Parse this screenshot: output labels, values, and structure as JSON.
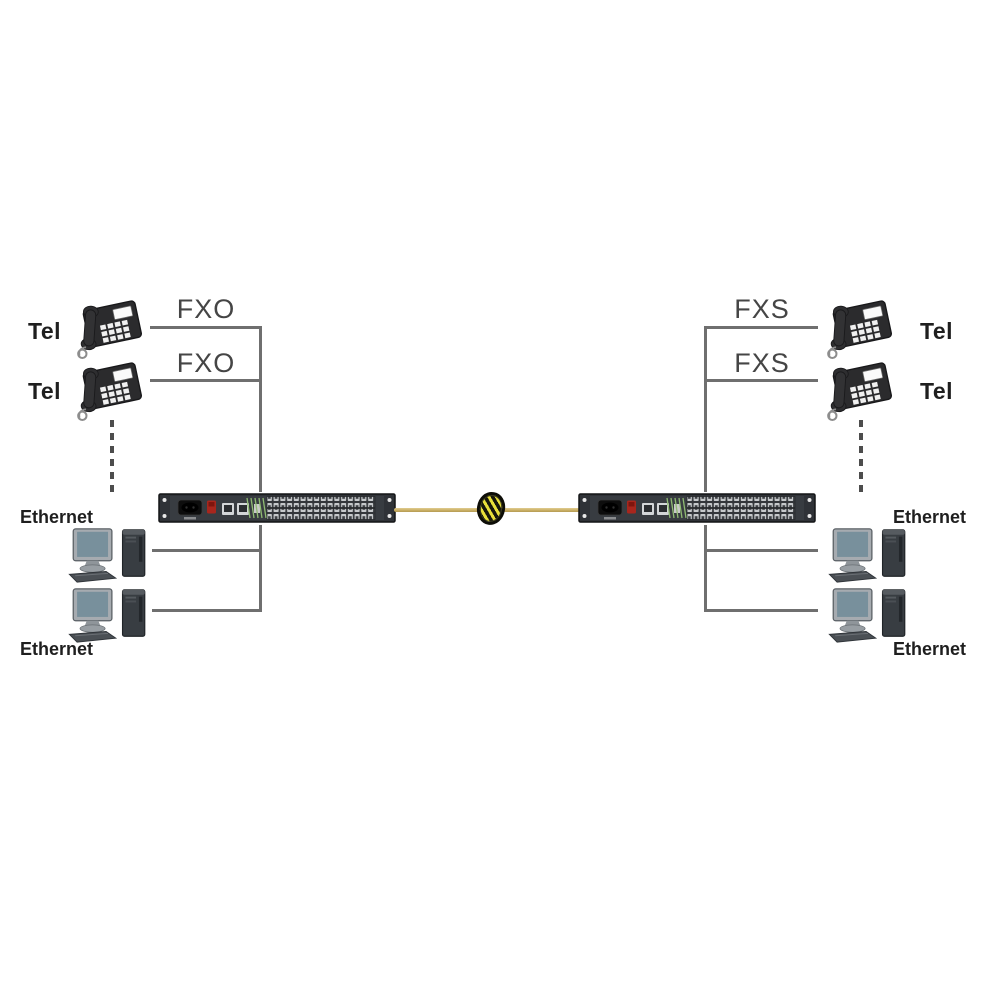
{
  "title": "FXO/FXS telephone and Ethernet over fiber optic multiplexer link diagram",
  "left": {
    "tel_top": "Tel",
    "tel_bottom": "Tel",
    "line_top": "FXO",
    "line_bottom": "FXO",
    "eth_top": "Ethernet",
    "eth_bottom": "Ethernet"
  },
  "right": {
    "tel_top": "Tel",
    "tel_bottom": "Tel",
    "line_top": "FXS",
    "line_bottom": "FXS",
    "eth_top": "Ethernet",
    "eth_bottom": "Ethernet"
  },
  "icons": {
    "telephone": "desk-phone",
    "workstation": "monitor-keyboard-tower-pc",
    "fiber_spool": "striped-fiber-coil",
    "multiplexer": "1u-rack-fiber-multiplexer"
  },
  "colors": {
    "line_color": "#6f6f6f",
    "fiber_color": "#c9ae63",
    "text_dark": "#1f1f1f",
    "text_mid": "#454545",
    "device_body": "#2f3237",
    "port_face": "#c6c9cb",
    "switch_red": "#a8261d",
    "pcb_green": "#8fbb72",
    "screen_blue": "#78909c"
  }
}
